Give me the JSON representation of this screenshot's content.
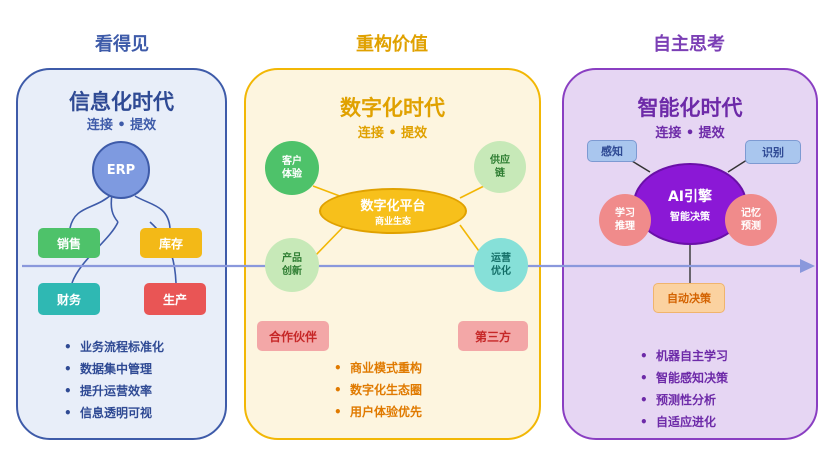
{
  "columns": {
    "left": "看得见",
    "mid": "重构价值",
    "right": "自主思考"
  },
  "panel1": {
    "title": "信息化时代",
    "subtitle": "连接 • 提效",
    "erp": "ERP",
    "boxes": {
      "sales": "销售",
      "inventory": "库存",
      "finance": "财务",
      "production": "生产"
    },
    "bullets": [
      "业务流程标准化",
      "数据集中管理",
      "提升运营效率",
      "信息透明可视"
    ]
  },
  "panel2": {
    "title": "数字化时代",
    "subtitle": "连接 • 提效",
    "platform_title": "数字化平台",
    "platform_sub": "商业生态",
    "circles": {
      "customer": "客户\n体验",
      "supply": "供应\n链",
      "product": "产品\n创新",
      "ops": "运营\n优化"
    },
    "partner": "合作伙伴",
    "third_party": "第三方",
    "bullets": [
      "商业模式重构",
      "数字化生态圈",
      "用户体验优先"
    ]
  },
  "panel3": {
    "title": "智能化时代",
    "subtitle": "连接 • 提效",
    "engine_title": "AI引擎",
    "engine_sub": "智能决策",
    "perceive": "感知",
    "recognize": "识别",
    "learn": "学习\n推理",
    "memory": "记忆\n预测",
    "auto": "自动决策",
    "bullets": [
      "机器自主学习",
      "智能感知决策",
      "预测性分析",
      "自适应进化"
    ]
  },
  "colors": {
    "panel1_border": "#3e5ba9",
    "panel1_fill": "#e8eef9",
    "panel2_border": "#f2b705",
    "panel2_fill": "#fdf5df",
    "panel3_border": "#8a3fc2",
    "panel3_fill": "#e6d6f3",
    "arrow": "#8a98dc"
  }
}
